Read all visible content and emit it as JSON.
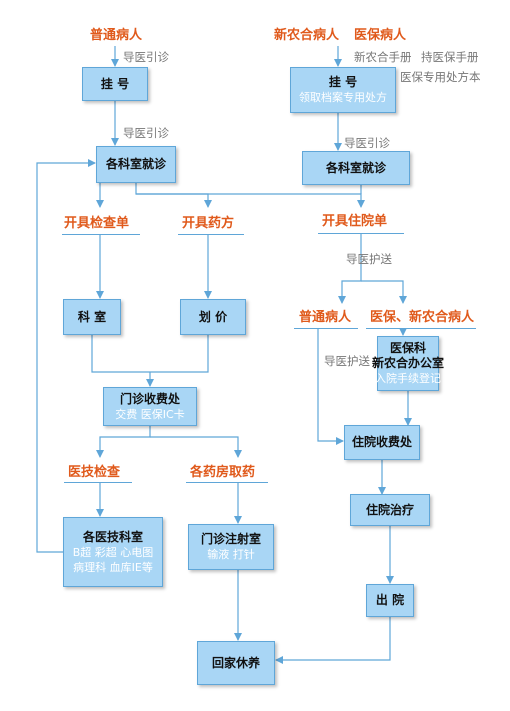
{
  "labels": {
    "ordinary_patient_top": "普通病人",
    "nrcms_patient_top": "新农合病人",
    "insured_patient_top": "医保病人",
    "exam_order": "开具检查单",
    "prescription": "开具药方",
    "admission_order": "开具住院单",
    "ordinary_patient_mid": "普通病人",
    "insured_nrcms_patient": "医保、新农合病人",
    "medtech_exam": "医技检查",
    "pharmacy": "各药房取药"
  },
  "notes": {
    "guide_1": "导医引诊",
    "guide_2": "导医引诊",
    "guide_3": "导医引诊",
    "nrcms_handbook": "新农合手册",
    "insurance_handbook": "持医保手册",
    "insurance_prescription": "医保专用处方本",
    "escort_1": "导医护送",
    "escort_2": "导医护送"
  },
  "boxes": {
    "register_left": {
      "title": "挂  号"
    },
    "register_right": {
      "title": "挂  号",
      "sub": "领取档案专用处方"
    },
    "dept_left": {
      "title": "各科室就诊"
    },
    "dept_right": {
      "title": "各科室就诊"
    },
    "department": {
      "title": "科  室"
    },
    "pricing": {
      "title": "划  价"
    },
    "outpatient_cashier": {
      "title": "门诊收费处",
      "sub": "交费  医保IC卡"
    },
    "insurance_office": {
      "title": "医保科",
      "title2": "新农合办公室",
      "sub": "入院手续登记"
    },
    "inpatient_cashier": {
      "title": "住院收费处"
    },
    "inpatient_treatment": {
      "title": "住院治疗"
    },
    "medtech_rooms": {
      "title": "各医技科室",
      "sub": "B超  彩超  心电图",
      "sub2": "病理科  血库IE等"
    },
    "injection_room": {
      "title": "门诊注射室",
      "sub": "输液  打针"
    },
    "discharge": {
      "title": "出  院"
    },
    "go_home": {
      "title": "回家休养"
    }
  },
  "colors": {
    "box_fill": "#a9d6f5",
    "box_border": "#5fa6d8",
    "arrow": "#5fa6d8",
    "label_orange": "#e05a1c",
    "note_gray": "#777777"
  }
}
